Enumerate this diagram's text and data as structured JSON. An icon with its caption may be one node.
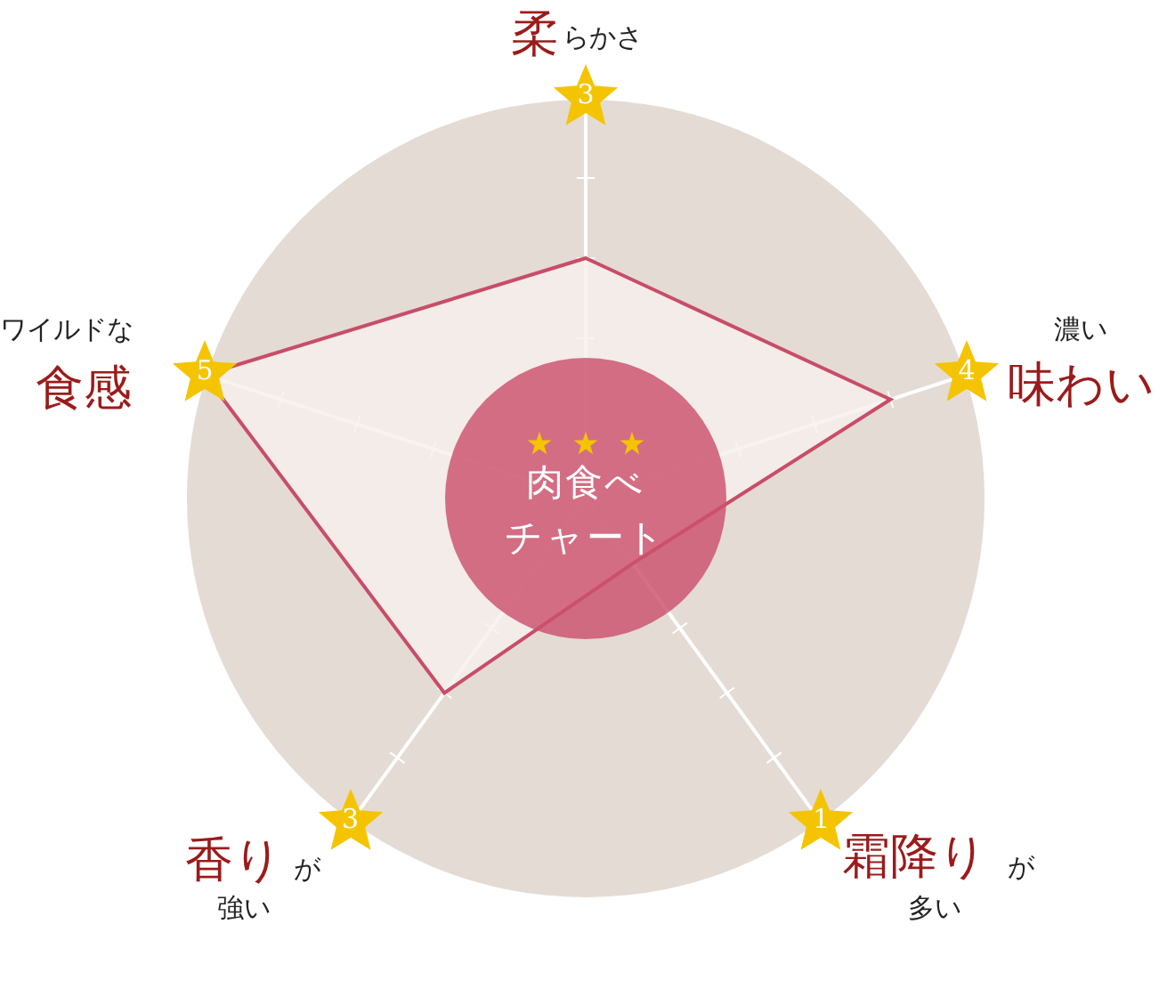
{
  "diagram": {
    "nodes": [
      {
        "text": [
          "肉食べ",
          "チャート"
        ]
      },
      {
        "text": [
          "3"
        ],
        "beside": [
          "柔",
          "らかさ"
        ]
      },
      {
        "text": [
          "4"
        ],
        "beside": [
          "濃い",
          "味わい"
        ]
      },
      {
        "text": [
          "1"
        ],
        "beside": [
          "霜降り",
          "が",
          "多い"
        ]
      },
      {
        "text": [
          "3"
        ],
        "beside": [
          "香り",
          "が",
          "強い"
        ]
      },
      {
        "text": [
          "5"
        ],
        "beside": [
          "ワイルドな",
          "食感"
        ]
      }
    ]
  }
}
